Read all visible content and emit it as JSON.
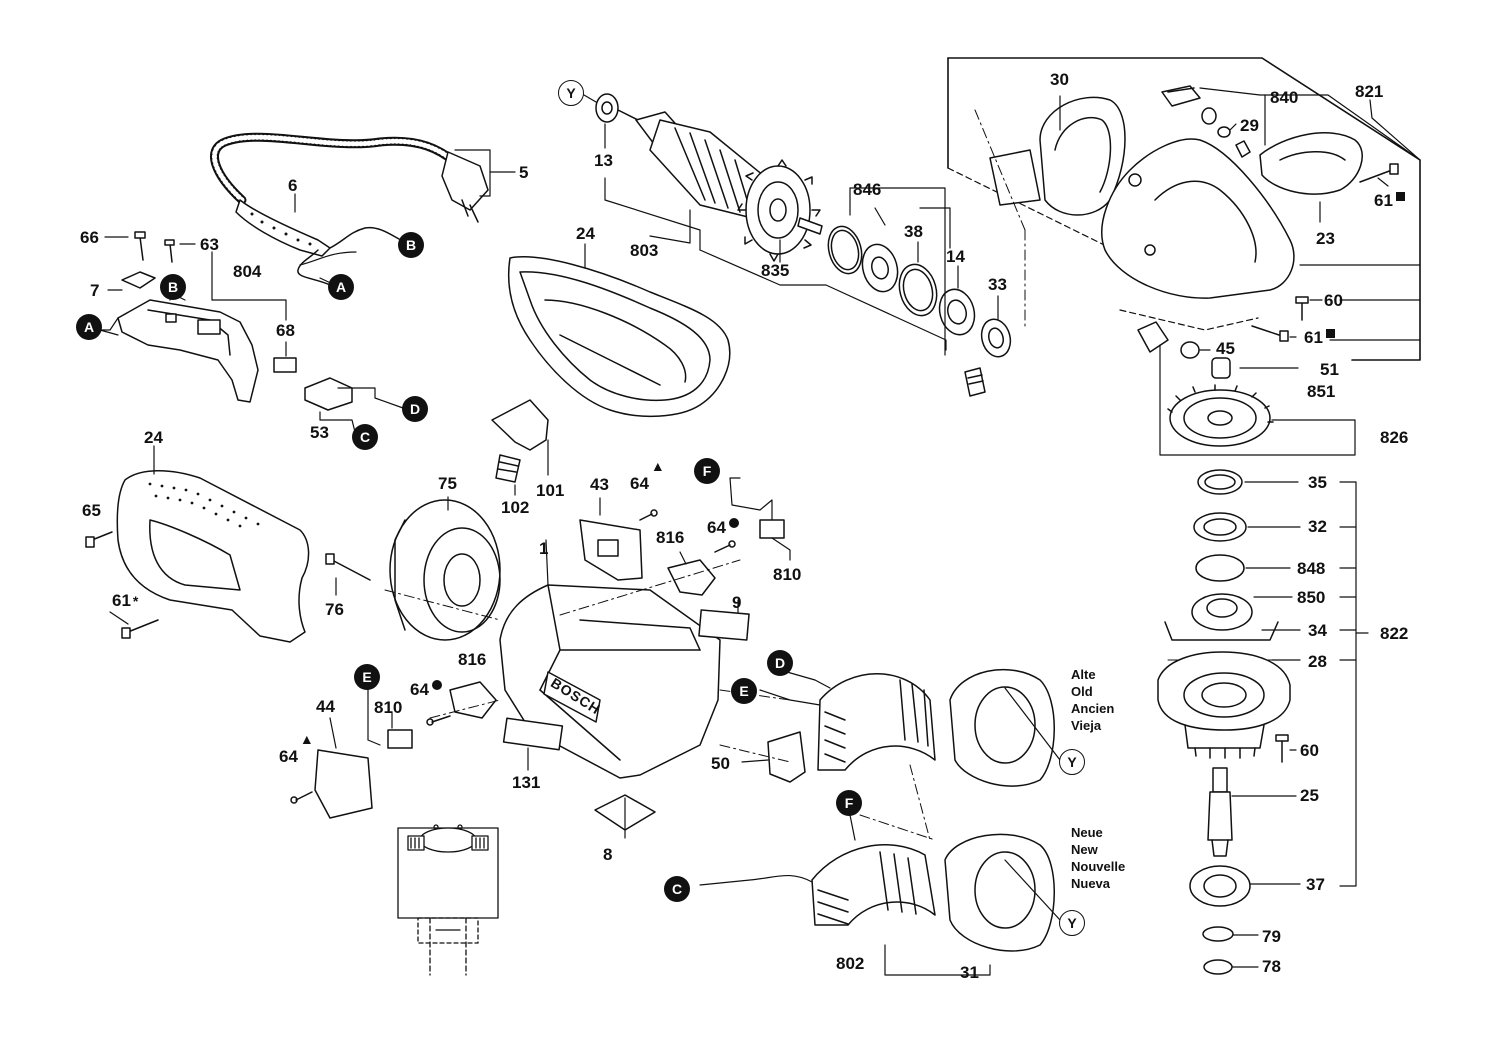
{
  "part_numbers": {
    "p5": "5",
    "p6": "6",
    "p66": "66",
    "p63": "63",
    "p7": "7",
    "p804": "804",
    "p68": "68",
    "p53": "53",
    "p24_top": "24",
    "p24_left": "24",
    "p13": "13",
    "p803": "803",
    "p835": "835",
    "p846": "846",
    "p38": "38",
    "p14": "14",
    "p33": "33",
    "p30": "30",
    "p840": "840",
    "p29": "29",
    "p821": "821",
    "p61_top": "61",
    "p23": "23",
    "p60_top": "60",
    "p61_mid": "61",
    "p45": "45",
    "p51": "51",
    "p851": "851",
    "p826": "826",
    "p35": "35",
    "p32": "32",
    "p848": "848",
    "p850": "850",
    "p822": "822",
    "p34": "34",
    "p28": "28",
    "p60_low": "60",
    "p25": "25",
    "p37": "37",
    "p79": "79",
    "p78": "78",
    "p65": "65",
    "p61_star": "61",
    "p75": "75",
    "p76": "76",
    "p102": "102",
    "p101": "101",
    "p43": "43",
    "p64_tri": "64",
    "p1": "1",
    "p816_top": "816",
    "p64_dot": "64",
    "p810_right": "810",
    "p9": "9",
    "p816_low": "816",
    "p64_left_dot": "64",
    "p810_left": "810",
    "p44": "44",
    "p64_low_tri": "64",
    "p131": "131",
    "p50": "50",
    "p8": "8",
    "p802": "802",
    "p31": "31"
  },
  "callouts": {
    "A": "A",
    "B": "B",
    "C": "C",
    "D": "D",
    "E": "E",
    "F": "F",
    "Y": "Y"
  },
  "notes": {
    "old": [
      "Alte",
      "Old",
      "Ancien",
      "Vieja"
    ],
    "new": [
      "Neue",
      "New",
      "Nouvelle",
      "Nueva"
    ]
  },
  "brand_mark": "BOSCH",
  "symbols": {
    "square": "■",
    "dot": "●",
    "triangle": "▲",
    "star": "*"
  }
}
